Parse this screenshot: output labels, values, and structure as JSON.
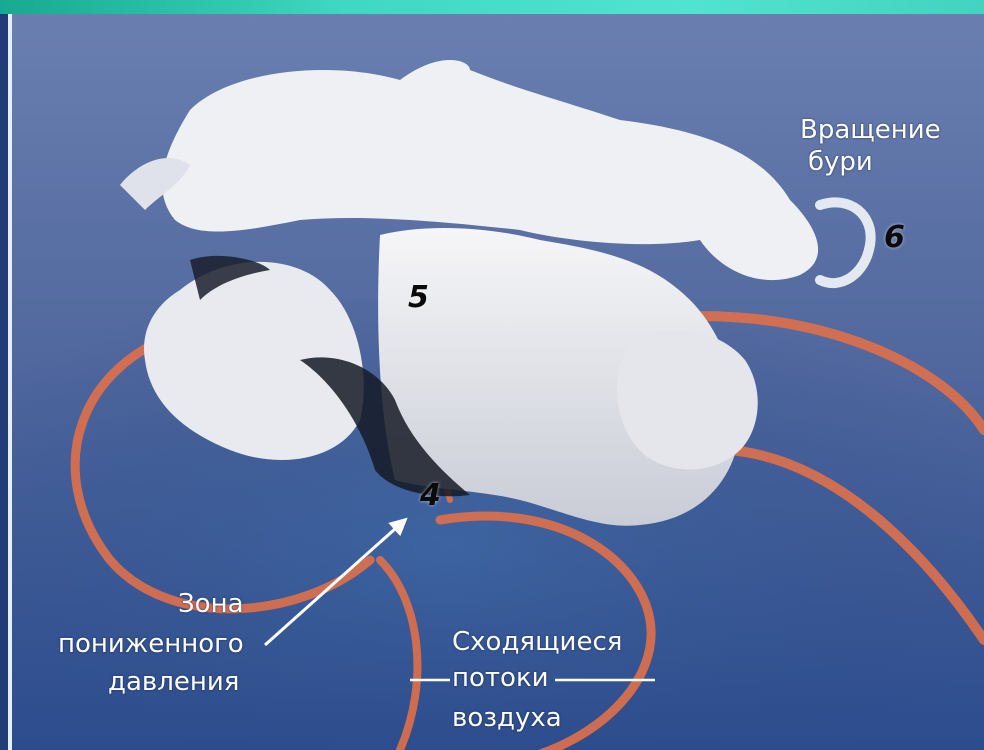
{
  "labels": {
    "storm_rotation_line1": "Вращение",
    "storm_rotation_line2": "бури",
    "low_pressure_line1": "Зона",
    "low_pressure_line2": "пониженного",
    "low_pressure_line3": "давления",
    "converging_line1": "Сходящиеся",
    "converging_line2": "потоки",
    "converging_line3": "воздуха"
  },
  "markers": {
    "m4": "4",
    "m5": "5",
    "m6": "6"
  },
  "colors": {
    "background_blue": "#3d5e9c",
    "cloud_white": "#eef0f4",
    "airflow_orange": "#e0704a",
    "accent_teal": "#3fd8c0"
  }
}
